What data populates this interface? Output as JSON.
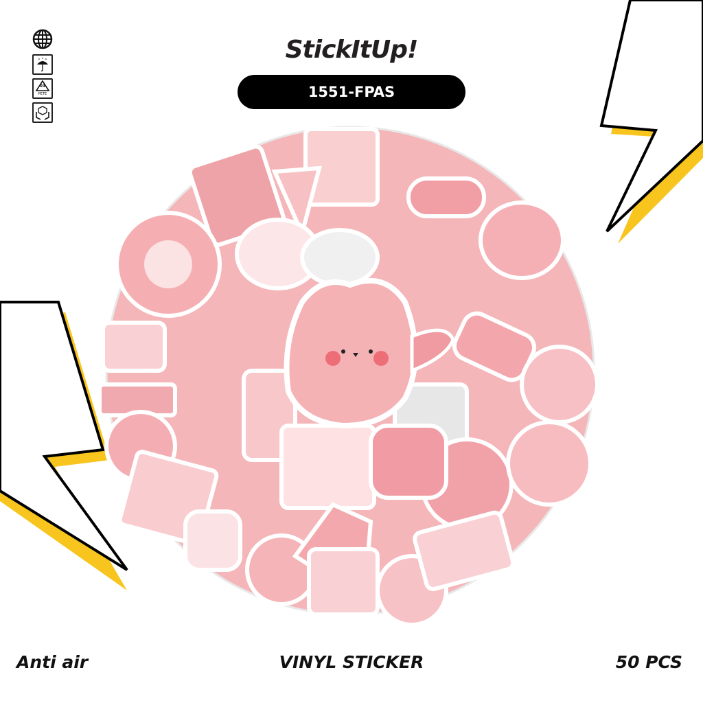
{
  "brand": "StickItUp!",
  "product_code": "1551-FPAS",
  "icons": [
    "globe-icon",
    "keep-dry-umbrella-icon",
    "recycle-pete-icon",
    "fragile-handle-icon"
  ],
  "recycle_label": {
    "number": "01",
    "material": "PETE"
  },
  "footer": {
    "left": "Anti air",
    "center": "VINYL STICKER",
    "right": "50 PCS"
  },
  "colors": {
    "pink": "#f4b6b8",
    "pink_dark": "#e89a9e",
    "yellow": "#f7c51e",
    "black": "#000000"
  }
}
